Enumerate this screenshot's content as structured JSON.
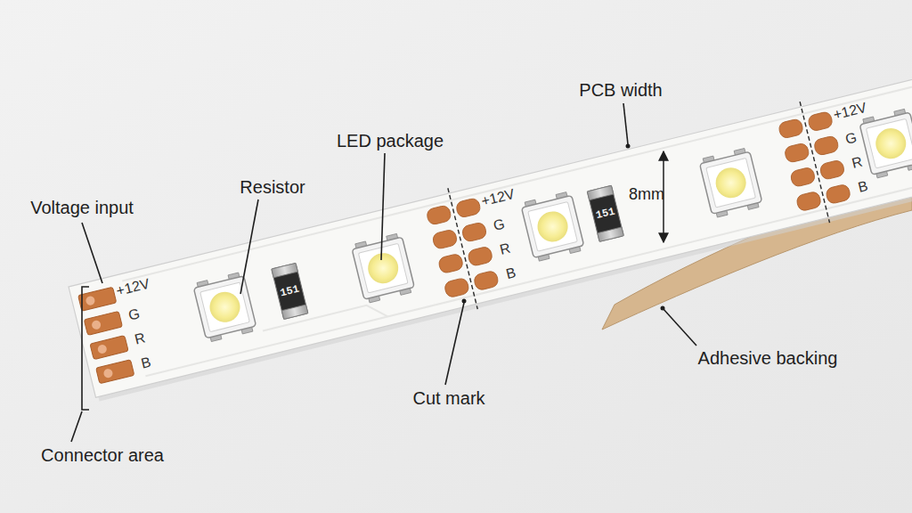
{
  "diagram": {
    "labels": [
      "Voltage input",
      "Resistor",
      "LED package",
      "PCB width",
      "8mm",
      "+12V",
      "G",
      "R",
      "B",
      "151",
      "+12V",
      "G",
      "R",
      "B",
      "151",
      "+12V",
      "G",
      "R",
      "B",
      "Cut mark",
      "Adhesive backing",
      "Connector area"
    ]
  }
}
